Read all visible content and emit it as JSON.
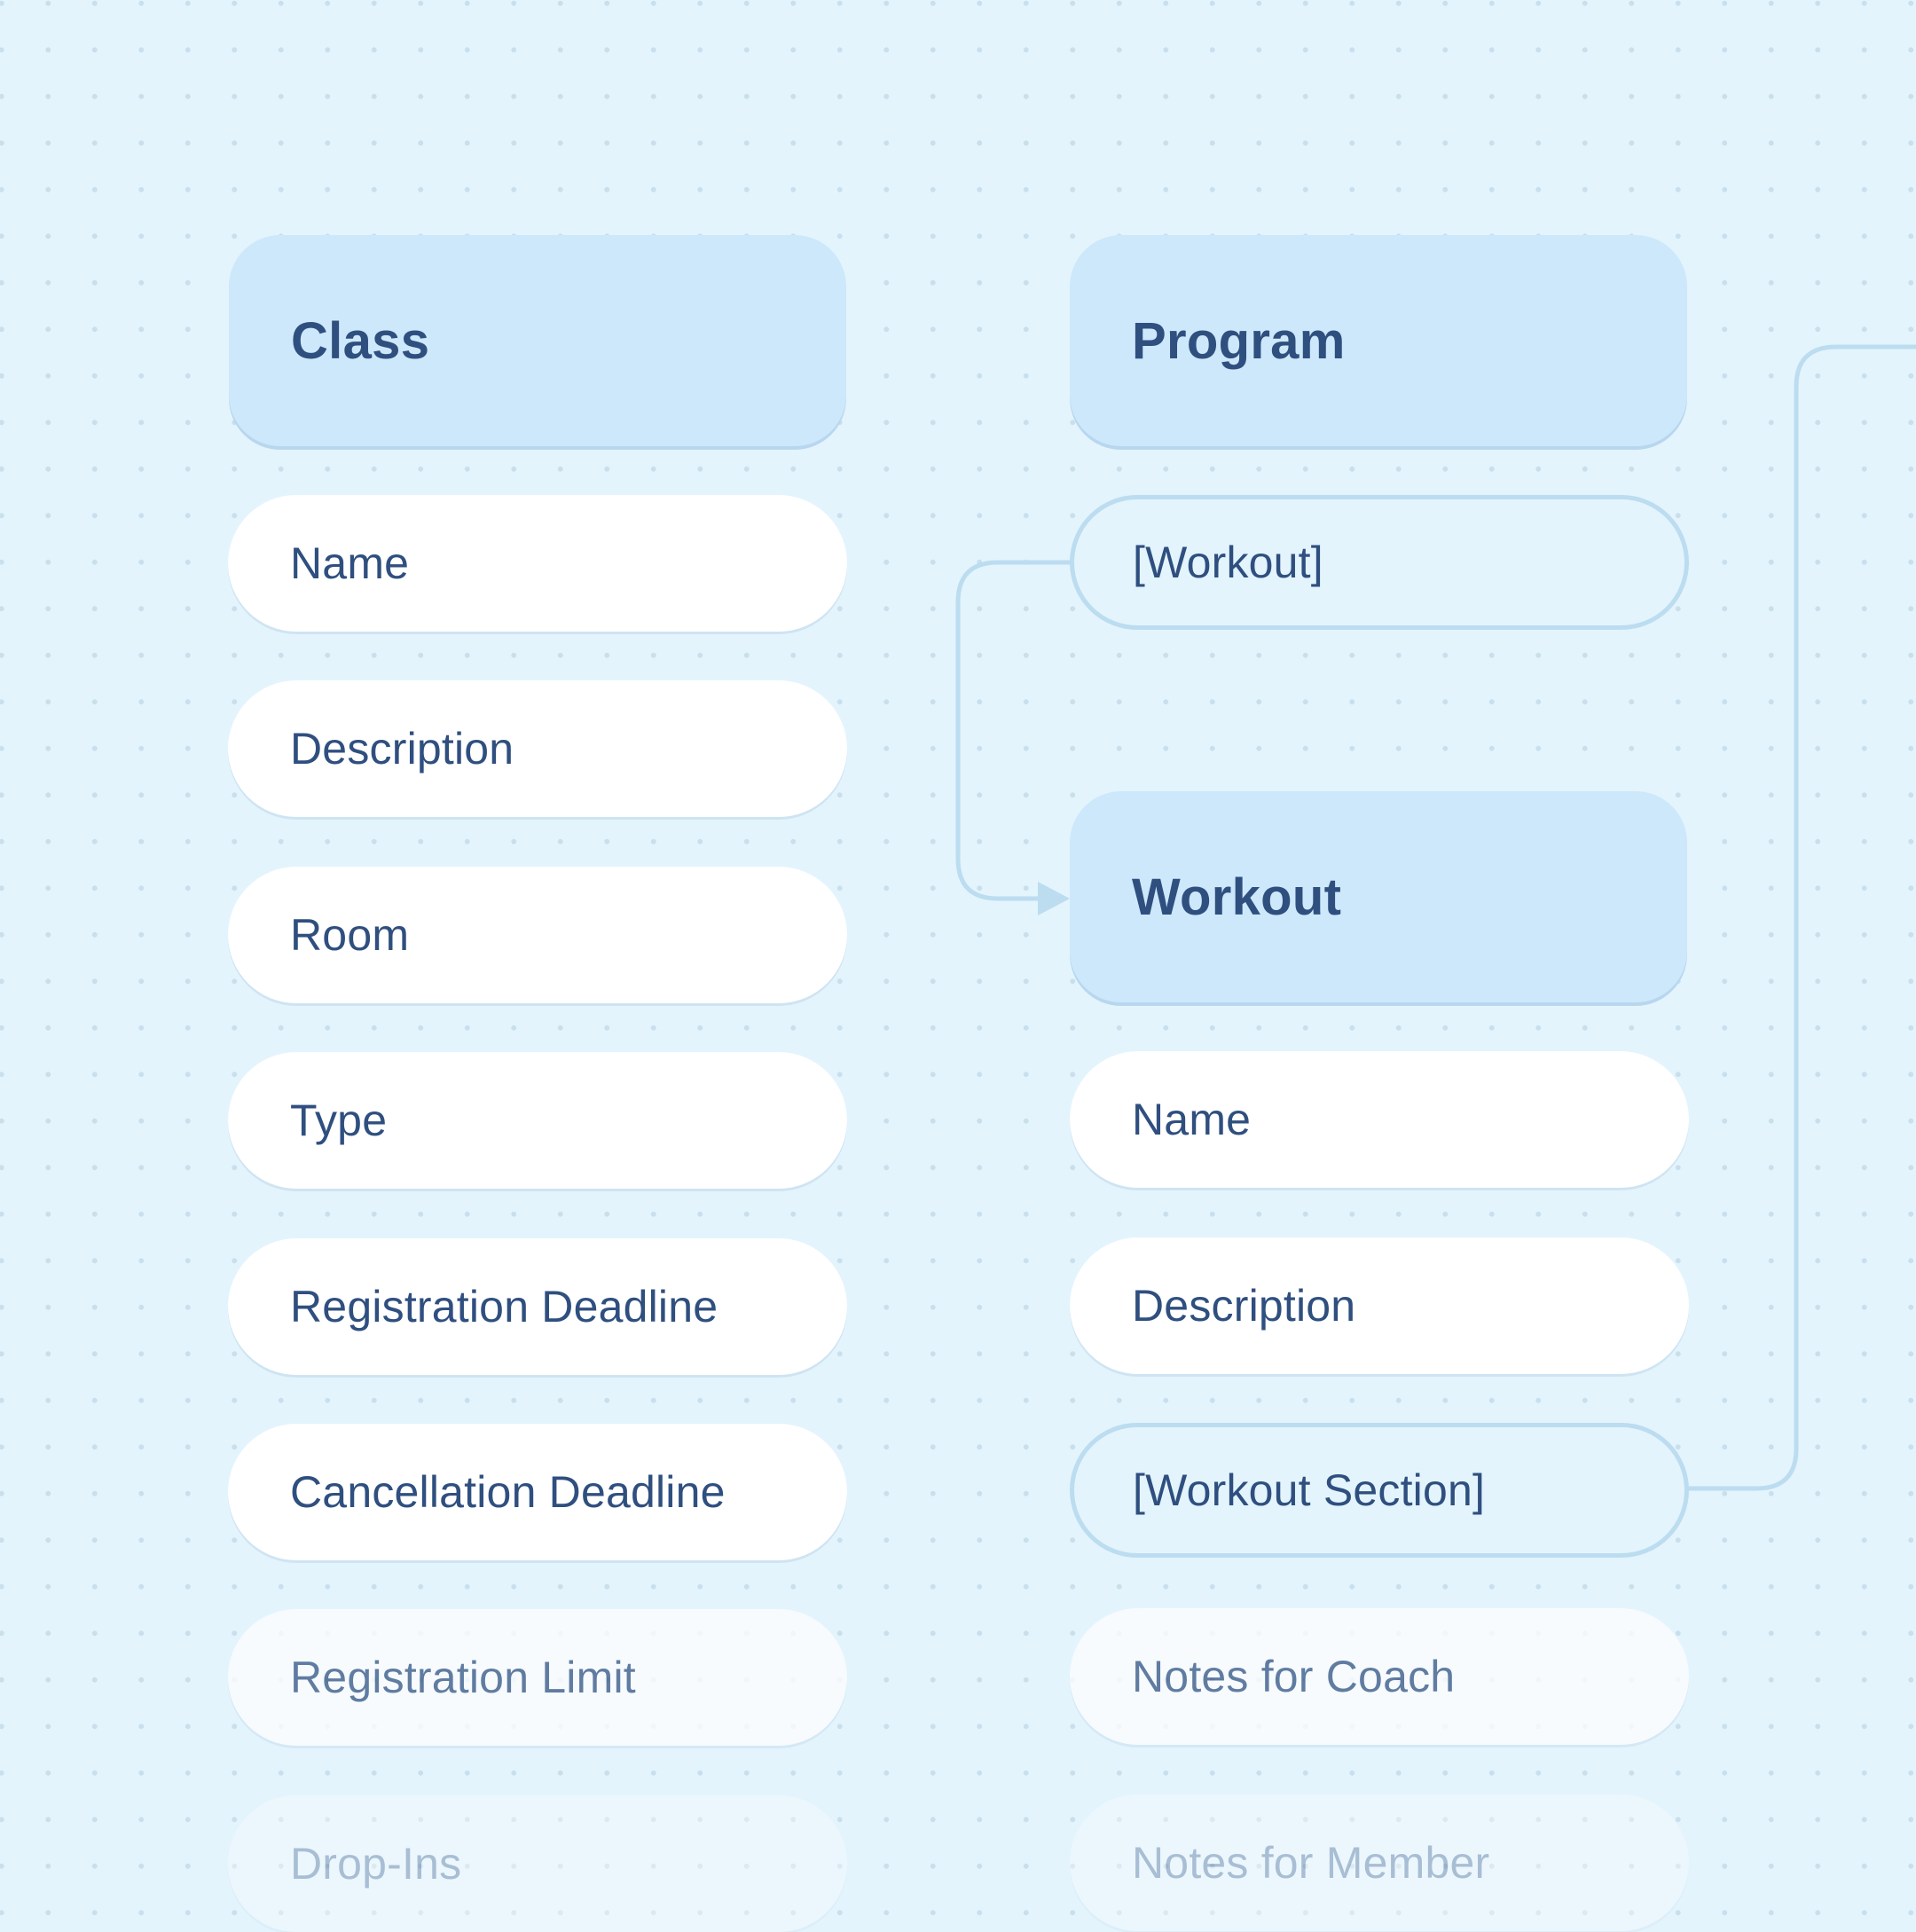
{
  "colors": {
    "background": "#e3f4fd",
    "header_fill": "#cde8fb",
    "field_fill": "#ffffff",
    "text": "#2f4f7f",
    "connector": "#bcdcf0"
  },
  "entities": {
    "class": {
      "title": "Class",
      "fields": [
        "Name",
        "Description",
        "Room",
        "Type",
        "Registration Deadline",
        "Cancellation Deadline",
        "Registration Limit",
        "Drop-Ins"
      ]
    },
    "program": {
      "title": "Program",
      "fields": [
        "[Workout]"
      ]
    },
    "workout": {
      "title": "Workout",
      "fields": [
        "Name",
        "Description",
        "[Workout Section]",
        "Notes for Coach",
        "Notes for Member"
      ]
    }
  },
  "connections": [
    {
      "from": "Program.[Workout]",
      "to": "Workout"
    },
    {
      "from": "Workout.[Workout Section]",
      "to": "off-canvas entity"
    }
  ]
}
